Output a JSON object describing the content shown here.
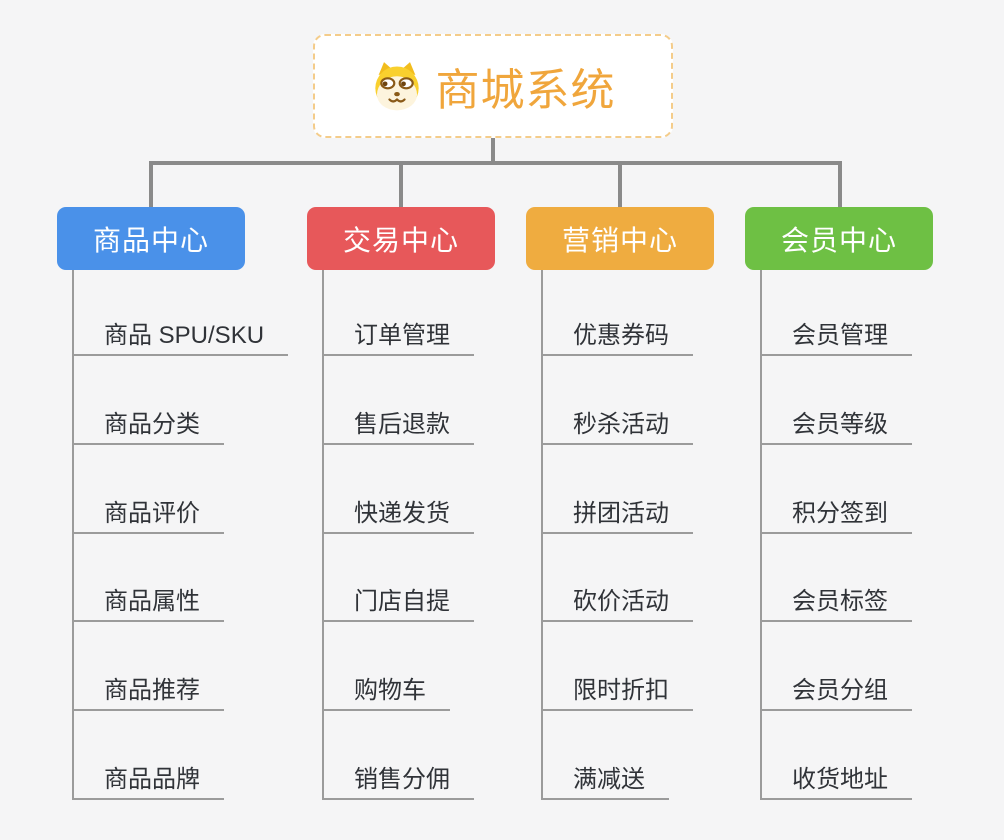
{
  "root": {
    "title": "商城系统",
    "icon": "dog-face-icon"
  },
  "branches": [
    {
      "id": "product-center",
      "label": "商品中心",
      "color": "#4a91e9",
      "items": [
        "商品 SPU/SKU",
        "商品分类",
        "商品评价",
        "商品属性",
        "商品推荐",
        "商品品牌"
      ]
    },
    {
      "id": "trade-center",
      "label": "交易中心",
      "color": "#e7585a",
      "items": [
        "订单管理",
        "售后退款",
        "快递发货",
        "门店自提",
        "购物车",
        "销售分佣"
      ]
    },
    {
      "id": "marketing-center",
      "label": "营销中心",
      "color": "#efac40",
      "items": [
        "优惠券码",
        "秒杀活动",
        "拼团活动",
        "砍价活动",
        "限时折扣",
        "满减送"
      ]
    },
    {
      "id": "member-center",
      "label": "会员中心",
      "color": "#6ec044",
      "items": [
        "会员管理",
        "会员等级",
        "积分签到",
        "会员标签",
        "会员分组",
        "收货地址"
      ]
    }
  ],
  "colors": {
    "background": "#f5f5f6",
    "connector": "#8a8a8a",
    "tree_line": "#9b9b9b",
    "root_text": "#f0a63c",
    "root_border": "#f4cc8a",
    "item_text": "#303338",
    "branch_text": "#ffffff"
  }
}
